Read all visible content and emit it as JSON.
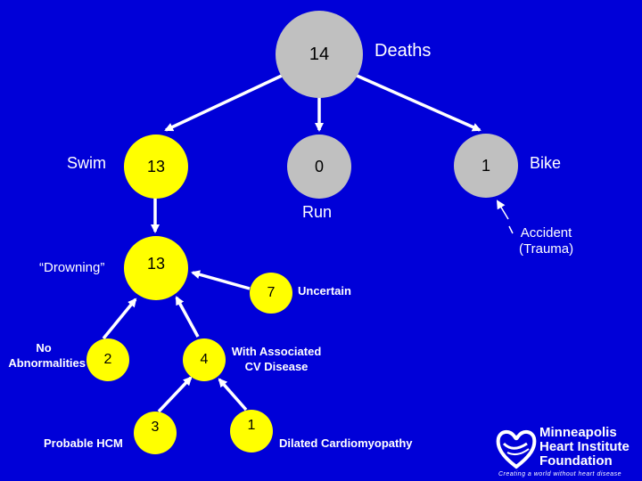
{
  "nodes": {
    "deaths_value": "14",
    "swim_value": "13",
    "run_value": "0",
    "bike_value": "1",
    "drowning_value": "13",
    "uncertain_value": "7",
    "no_abnormalities_value": "2",
    "associated_cv_value": "4",
    "probable_hcm_value": "3",
    "dilated_cm_value": "1"
  },
  "labels": {
    "deaths": "Deaths",
    "swim": "Swim",
    "run": "Run",
    "bike": "Bike",
    "accident_line1": "Accident",
    "accident_line2": "(Trauma)",
    "drowning": "“Drowning”",
    "uncertain": "Uncertain",
    "no_abnormalities_line1": "No",
    "no_abnormalities_line2": "Abnormalities",
    "associated_cv_line1": "With Associated",
    "associated_cv_line2": "CV Disease",
    "probable_hcm": "Probable HCM",
    "dilated_cm": "Dilated Cardiomyopathy"
  },
  "logo": {
    "line1": "Minneapolis",
    "line2": "Heart Institute",
    "line3": "Foundation",
    "tagline": "Creating a world without heart disease"
  },
  "colors": {
    "background": "#0000d8",
    "gray_node": "#c0c0c0",
    "yellow_node": "#ffff00",
    "text": "#ffffff"
  }
}
